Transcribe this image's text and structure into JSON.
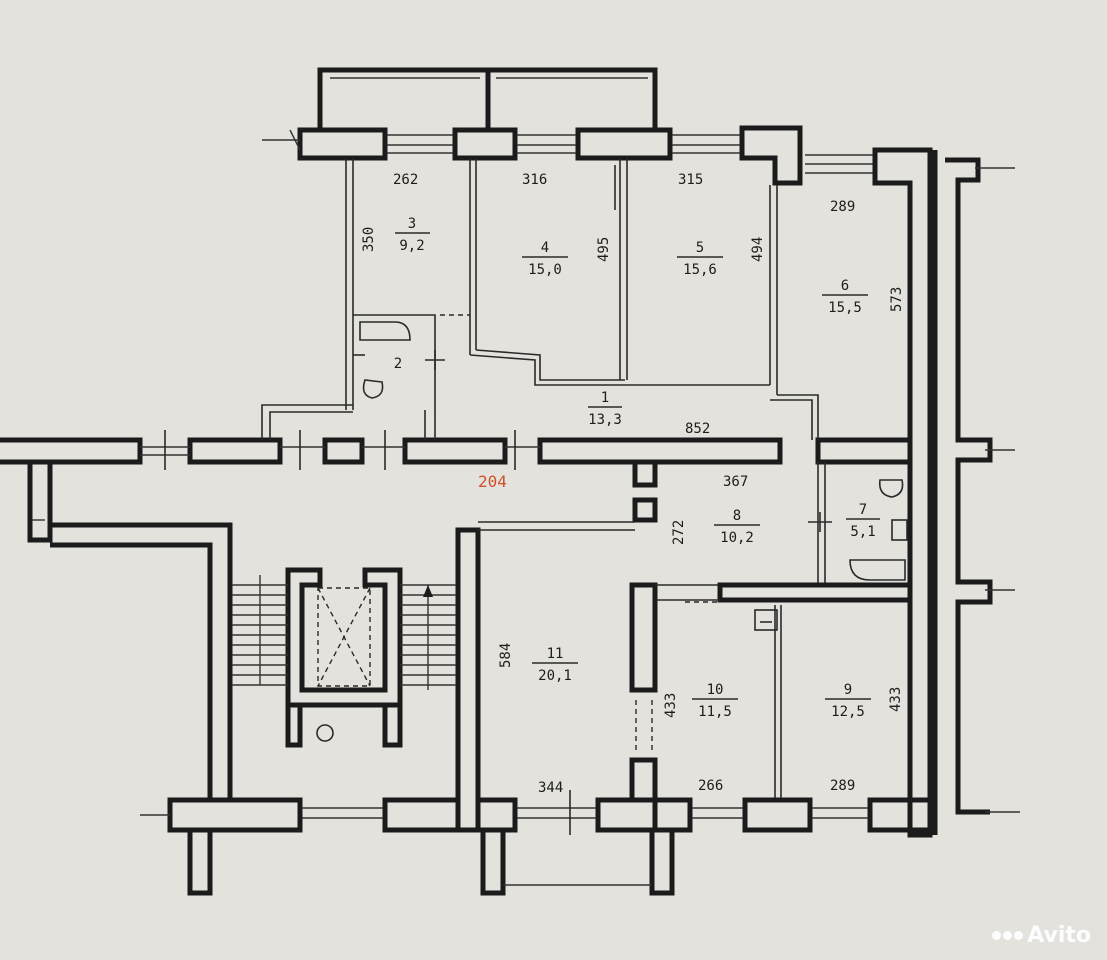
{
  "rooms": [
    {
      "id": "1",
      "area": "13,3"
    },
    {
      "id": "2",
      "area": ""
    },
    {
      "id": "3",
      "area": "9,2"
    },
    {
      "id": "4",
      "area": "15,0"
    },
    {
      "id": "5",
      "area": "15,6"
    },
    {
      "id": "6",
      "area": "15,5"
    },
    {
      "id": "7",
      "area": "5,1"
    },
    {
      "id": "8",
      "area": "10,2"
    },
    {
      "id": "9",
      "area": "12,5"
    },
    {
      "id": "10",
      "area": "11,5"
    },
    {
      "id": "11",
      "area": "20,1"
    }
  ],
  "dimensions": {
    "d262": "262",
    "d316": "316",
    "d315": "315",
    "d289top": "289",
    "d350": "350",
    "d495": "495",
    "d494": "494",
    "d573": "573",
    "d852": "852",
    "d367": "367",
    "d272": "272",
    "d584": "584",
    "d433left": "433",
    "d433right": "433",
    "d344": "344",
    "d266": "266",
    "d289bottom": "289"
  },
  "corridor_mark": "204",
  "watermark": "Avito"
}
